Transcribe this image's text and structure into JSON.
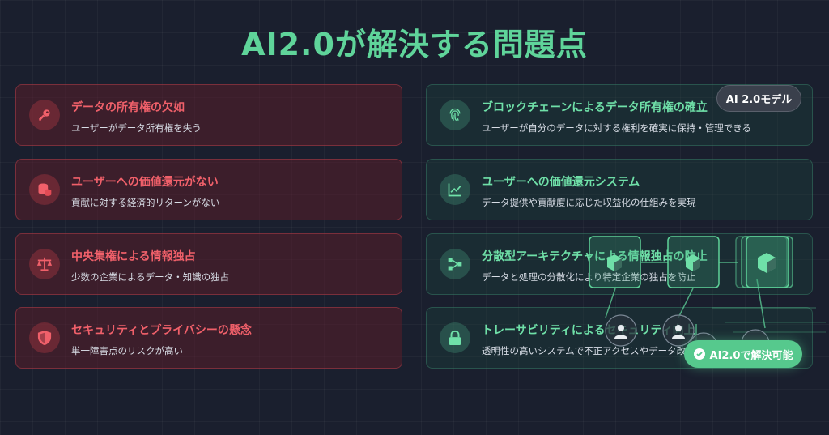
{
  "title": "AI2.0が解決する問題点",
  "problems": [
    {
      "heading": "データの所有権の欠如",
      "desc": "ユーザーがデータ所有権を失う",
      "icon": "key-icon"
    },
    {
      "heading": "ユーザーへの価値還元がない",
      "desc": "貢献に対する経済的リターンがない",
      "icon": "coins-icon"
    },
    {
      "heading": "中央集権による情報独占",
      "desc": "少数の企業によるデータ・知識の独占",
      "icon": "scale-icon"
    },
    {
      "heading": "セキュリティとプライバシーの懸念",
      "desc": "単一障害点のリスクが高い",
      "icon": "shield-icon"
    }
  ],
  "solutions": [
    {
      "heading": "ブロックチェーンによるデータ所有権の確立",
      "desc": "ユーザーが自分のデータに対する権利を確実に保持・管理できる",
      "icon": "fingerprint-icon"
    },
    {
      "heading": "ユーザーへの価値還元システム",
      "desc": "データ提供や貢献度に応じた収益化の仕組みを実現",
      "icon": "chart-line-icon"
    },
    {
      "heading": "分散型アーキテクチャによる情報独占の防止",
      "desc": "データと処理の分散化により特定企業の独占を防止",
      "icon": "network-icon"
    },
    {
      "heading": "トレーサビリティによるセキュリティ向上",
      "desc": "透明性の高いシステムで不正アクセスやデータ改",
      "icon": "lock-icon"
    }
  ],
  "badges": {
    "model": "AI 2.0モデル",
    "solvable": "AI2.0で解決可能"
  },
  "colors": {
    "accent": "#5fd49a",
    "problem": "#f0606a",
    "background": "#1a1f2e"
  }
}
